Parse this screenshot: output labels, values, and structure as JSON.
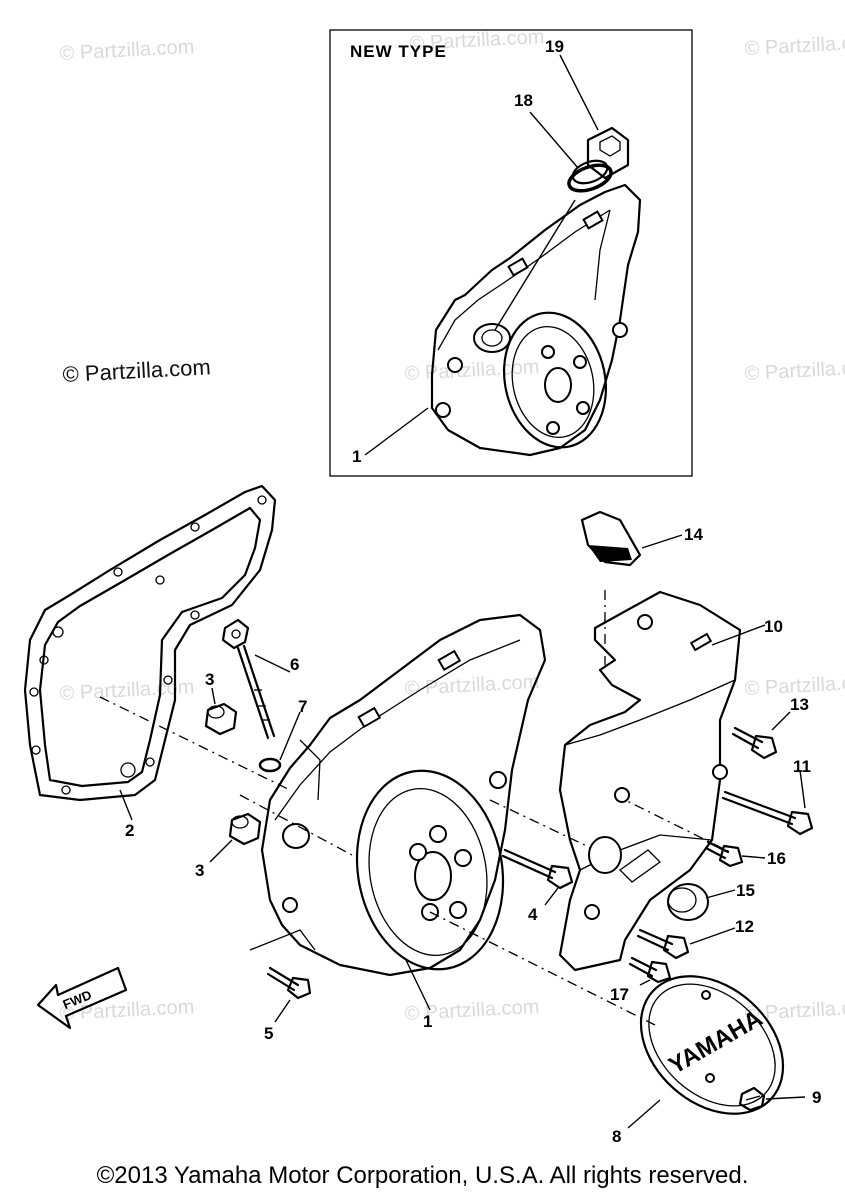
{
  "watermark": "© Partzilla.com",
  "inset": {
    "title": "NEW TYPE"
  },
  "callouts": [
    "19",
    "18",
    "1",
    "14",
    "10",
    "6",
    "3",
    "7",
    "13",
    "11",
    "2",
    "3",
    "16",
    "15",
    "4",
    "12",
    "17",
    "5",
    "1",
    "9",
    "8"
  ],
  "fwd_label": "FWD",
  "cover_logo": "YAMAHA",
  "copyright": "©2013 Yamaha Motor Corporation, U.S.A. All rights reserved."
}
